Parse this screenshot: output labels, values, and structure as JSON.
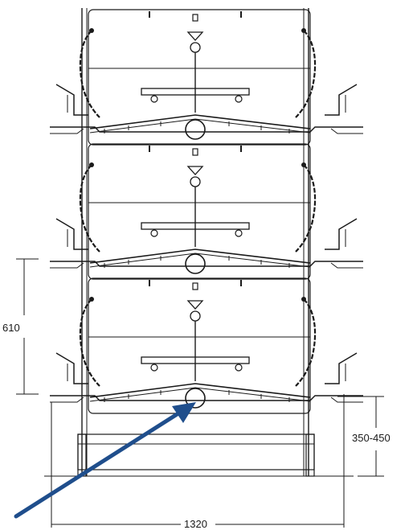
{
  "dimensions": {
    "tier_height": "610",
    "floor_clearance": "350-450",
    "total_width": "1320"
  },
  "tiers": 3,
  "colors": {
    "line": "#1a1a1a",
    "arrow": "#1f4e8c",
    "background": "#ffffff"
  },
  "icons": {
    "arrow": "pointer-arrow-icon"
  }
}
